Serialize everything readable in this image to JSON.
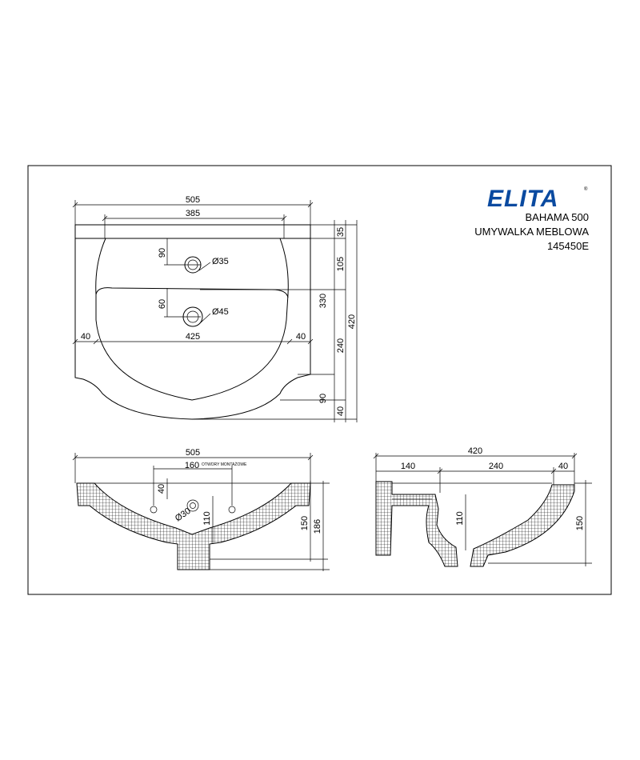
{
  "brand": {
    "logo_text": "ELITA",
    "registered_mark": "®",
    "logo_color": "#0a4aa0"
  },
  "product": {
    "model": "BAHAMA 500",
    "type": "UMYWALKA MEBLOWA",
    "code": "145450E"
  },
  "top_view": {
    "width_total": "505",
    "width_inner": "385",
    "dim_top_edge": "35",
    "dim_tap_to_basin": "105",
    "dim_330": "330",
    "dim_total_depth": "420",
    "dim_240": "240",
    "dim_90_bottom": "90",
    "dim_40_bottom": "40",
    "dim_90_tap": "90",
    "tap_hole": "Ø35",
    "dim_60": "60",
    "drain_hole": "Ø45",
    "dim_40_left": "40",
    "dim_425": "425",
    "dim_40_right": "40"
  },
  "front_view": {
    "width_total": "505",
    "width_holes": "160",
    "holes_label": "OTWORY MONTAŻOWE",
    "dim_40": "40",
    "overflow": "Ø30",
    "dim_110": "110",
    "dim_150": "150",
    "dim_186": "186"
  },
  "side_view": {
    "depth_total": "420",
    "dim_140": "140",
    "dim_240": "240",
    "dim_40": "40",
    "dim_110": "110",
    "dim_150": "150"
  }
}
